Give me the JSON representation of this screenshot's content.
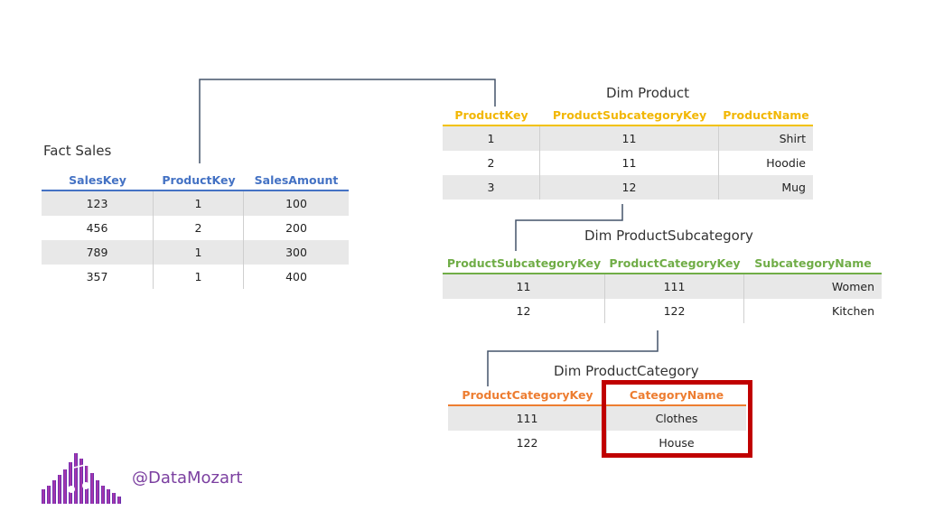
{
  "fact_sales": {
    "title": "Fact Sales",
    "headers": [
      "SalesKey",
      "ProductKey",
      "SalesAmount"
    ],
    "rows": [
      [
        "123",
        "1",
        "100"
      ],
      [
        "456",
        "2",
        "200"
      ],
      [
        "789",
        "1",
        "300"
      ],
      [
        "357",
        "1",
        "400"
      ]
    ]
  },
  "dim_product": {
    "title": "Dim Product",
    "headers": [
      "ProductKey",
      "ProductSubcategoryKey",
      "ProductName"
    ],
    "rows": [
      [
        "1",
        "11",
        "Shirt"
      ],
      [
        "2",
        "11",
        "Hoodie"
      ],
      [
        "3",
        "12",
        "Mug"
      ]
    ]
  },
  "dim_subcategory": {
    "title": "Dim ProductSubcategory",
    "headers": [
      "ProductSubcategoryKey",
      "ProductCategoryKey",
      "SubcategoryName"
    ],
    "rows": [
      [
        "11",
        "111",
        "Women"
      ],
      [
        "12",
        "122",
        "Kitchen"
      ]
    ]
  },
  "dim_category": {
    "title": "Dim ProductCategory",
    "headers": [
      "ProductCategoryKey",
      "CategoryName"
    ],
    "rows": [
      [
        "111",
        "Clothes"
      ],
      [
        "122",
        "House"
      ]
    ]
  },
  "branding": {
    "handle": "@DataMozart",
    "logo_icon": "datamozart-logo-icon"
  },
  "colors": {
    "fact": "#4472c4",
    "product": "#f2c200",
    "subcategory": "#70ad47",
    "category": "#ed7d31",
    "highlight": "#c00000",
    "connector": "#44546a"
  }
}
